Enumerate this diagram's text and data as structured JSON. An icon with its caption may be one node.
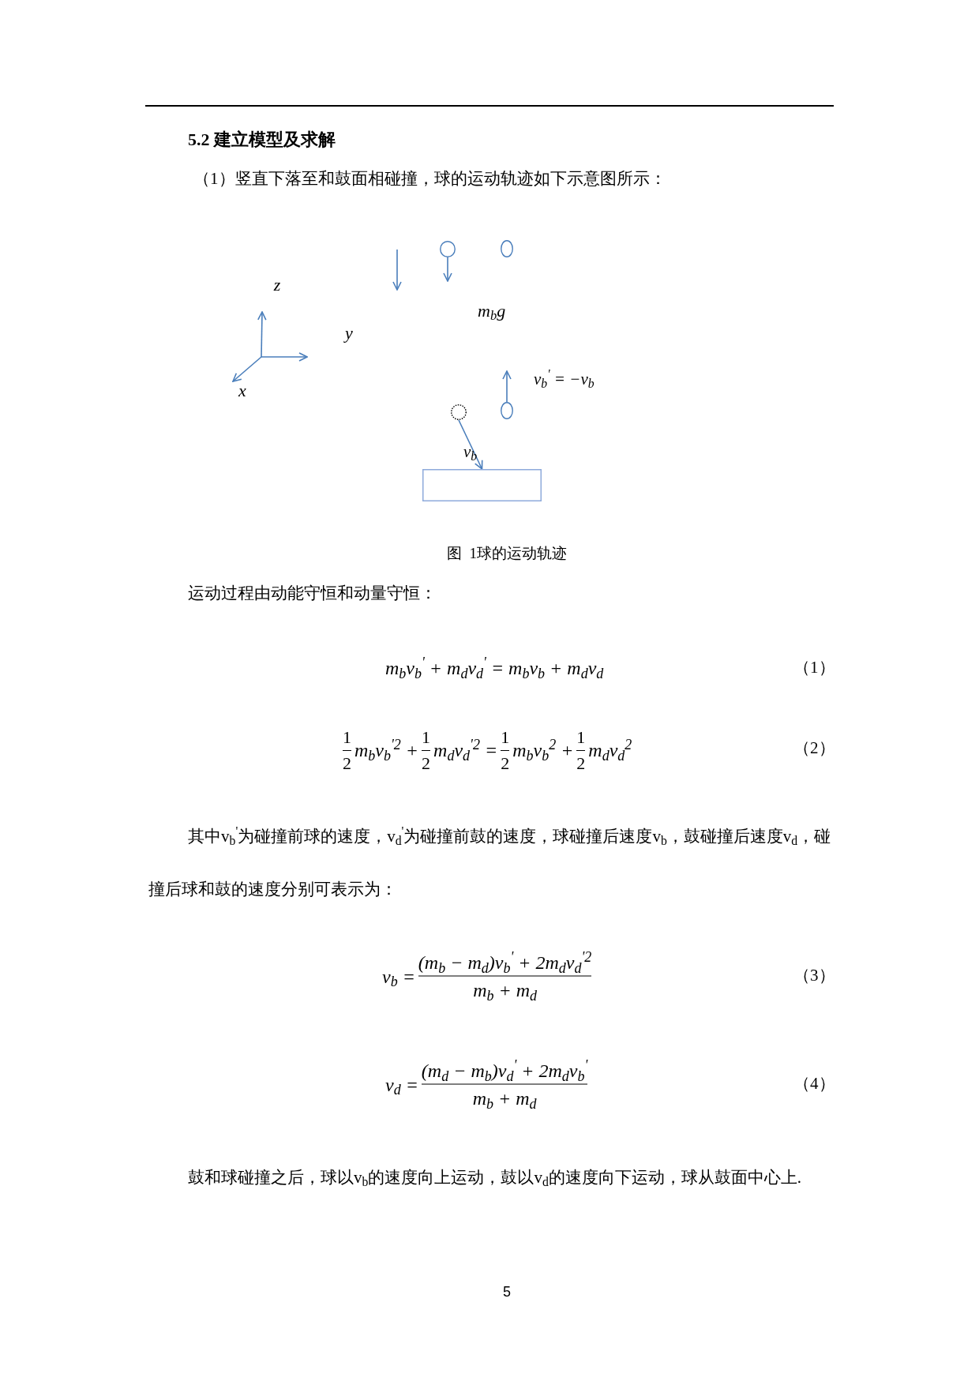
{
  "diagram": {
    "title": "5.2 建立模型及求解",
    "caption": "图  1球的运动轨迹",
    "nodes": [
      {
        "text": [],
        "shape": "circle"
      },
      {
        "text": [],
        "shape": "circle"
      },
      {
        "text": [],
        "shape": "circle"
      },
      {
        "text": [],
        "shape": "circle"
      },
      {
        "text": [],
        "shape": "box"
      }
    ],
    "edges": [
      {
        "from": 0,
        "to": null,
        "arrow": "to"
      },
      {
        "from": 2,
        "to": 4,
        "arrow": "to"
      },
      {
        "from": 3,
        "to": null,
        "arrow": "to"
      }
    ],
    "labels": [
      "（1）竖直下落至和鼓面相碰撞，球的运动轨迹如下示意图所示：",
      "z",
      "y",
      "x",
      "m$_{b}$g",
      "v$_{b}$$^{'}$ = −v$_{b}$",
      "v$_{b}$",
      "运动过程由动能守恒和动量守恒：",
      "m$_{b}$v$_{b}$$^{'}$ + m$_{d}$v$_{d}$$^{'}$ = m$_{b}$v$_{b}$ + m$_{d}$v$_{d}$",
      "（1）",
      "1",
      "2",
      "m$_{b}$v$_{b}$$^{'2}$ +",
      "1",
      "2",
      "m$_{d}$v$_{d}$$^{'2}$ =",
      "1",
      "2",
      "m$_{b}$v$_{b}$$^{2}$ +",
      "1",
      "2",
      "m$_{d}$v$_{d}$$^{2}$",
      "（2）",
      "其中v$_{b}$$^{'}$为碰撞前球的速度，v$_{d}$$^{'}$为碰撞前鼓的速度，球碰撞后速度v$_{b}$，鼓碰撞后速度v$_{d}$，碰撞后球和鼓的速度分别可表示为：",
      "v$_{b}$ =",
      "(m$_{b}$ − m$_{d}$)v$_{b}$$^{'}$ + 2m$_{d}$v$_{d}$$^{'2}$",
      "m$_{b}$ + m$_{d}$",
      "（3）",
      "v$_{d}$ =",
      "(m$_{d}$ − m$_{b}$)v$_{d}$$^{'}$ + 2m$_{d}$v$_{b}$$^{'}$",
      "m$_{b}$ + m$_{d}$",
      "（4）",
      "鼓和球碰撞之后，球以v$_{b}$的速度向上运动，鼓以v$_{d}$的速度向下运动，球从鼓面中心上.",
      "5"
    ]
  }
}
